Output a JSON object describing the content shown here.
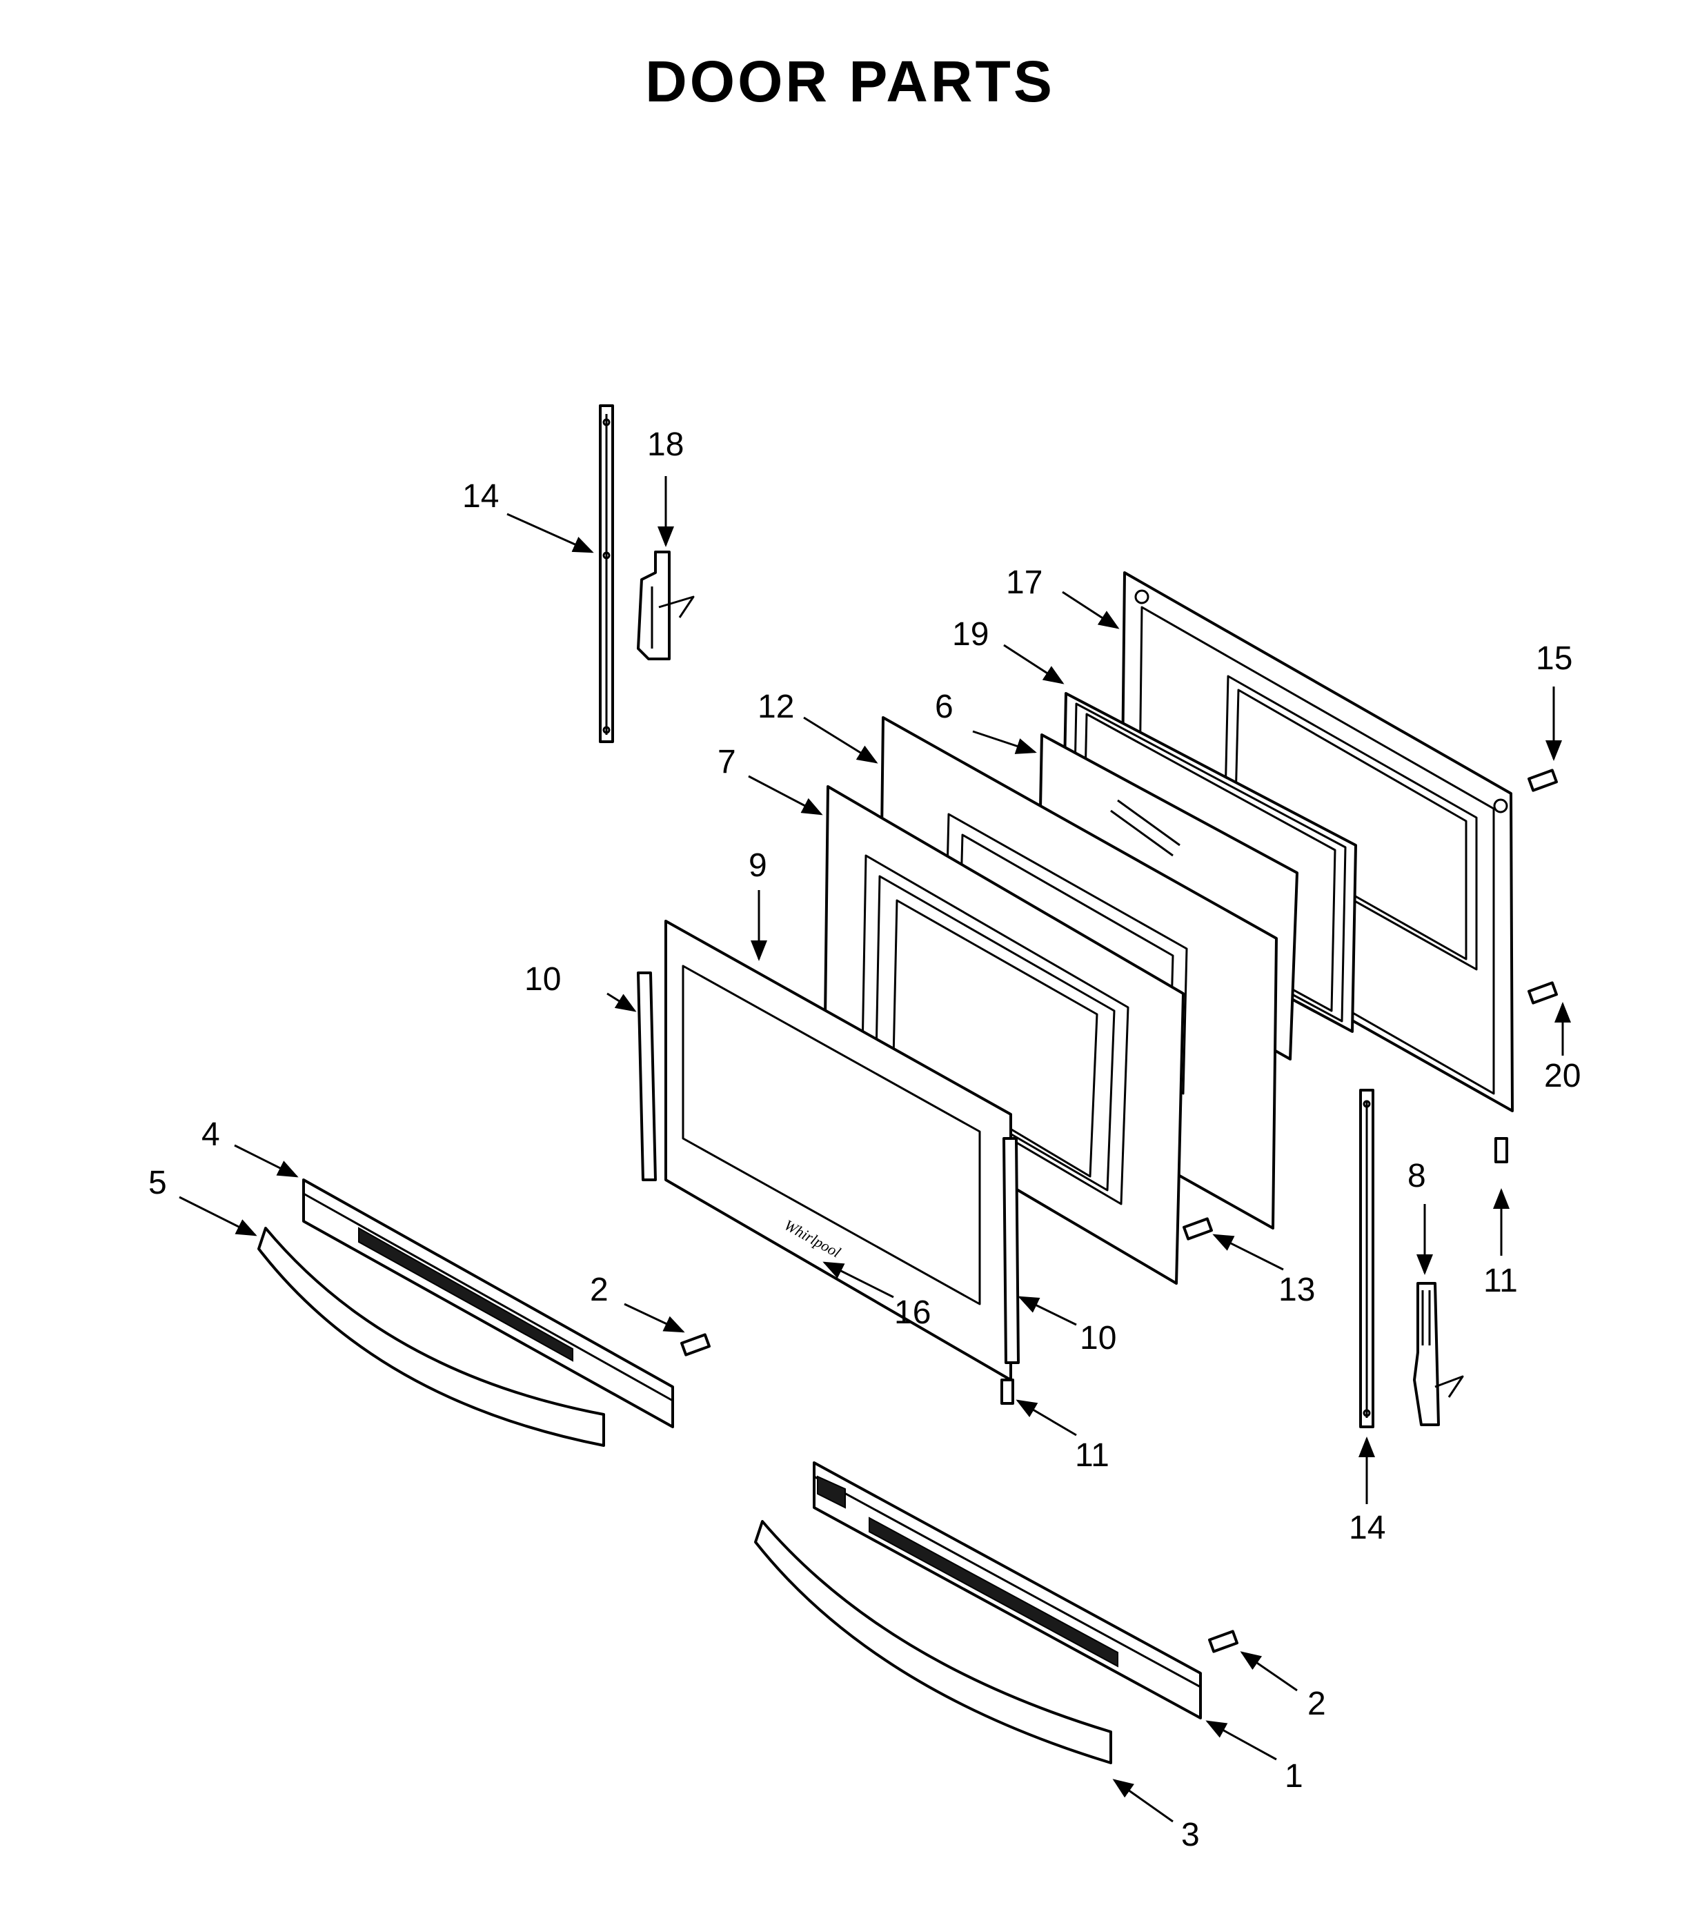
{
  "title": "DOOR PARTS",
  "callouts": [
    {
      "id": "c14-top",
      "label": "14"
    },
    {
      "id": "c18",
      "label": "18"
    },
    {
      "id": "c17",
      "label": "17"
    },
    {
      "id": "c19",
      "label": "19"
    },
    {
      "id": "c15",
      "label": "15"
    },
    {
      "id": "c12",
      "label": "12"
    },
    {
      "id": "c6",
      "label": "6"
    },
    {
      "id": "c7",
      "label": "7"
    },
    {
      "id": "c9",
      "label": "9"
    },
    {
      "id": "c10-left",
      "label": "10"
    },
    {
      "id": "c20",
      "label": "20"
    },
    {
      "id": "c4",
      "label": "4"
    },
    {
      "id": "c5",
      "label": "5"
    },
    {
      "id": "c8",
      "label": "8"
    },
    {
      "id": "c13",
      "label": "13"
    },
    {
      "id": "c16",
      "label": "16"
    },
    {
      "id": "c11-right",
      "label": "11"
    },
    {
      "id": "c2-left",
      "label": "2"
    },
    {
      "id": "c10-right",
      "label": "10"
    },
    {
      "id": "c11-mid",
      "label": "11"
    },
    {
      "id": "c14-bottom",
      "label": "14"
    },
    {
      "id": "c2-right",
      "label": "2"
    },
    {
      "id": "c1",
      "label": "1"
    },
    {
      "id": "c3",
      "label": "3"
    }
  ]
}
